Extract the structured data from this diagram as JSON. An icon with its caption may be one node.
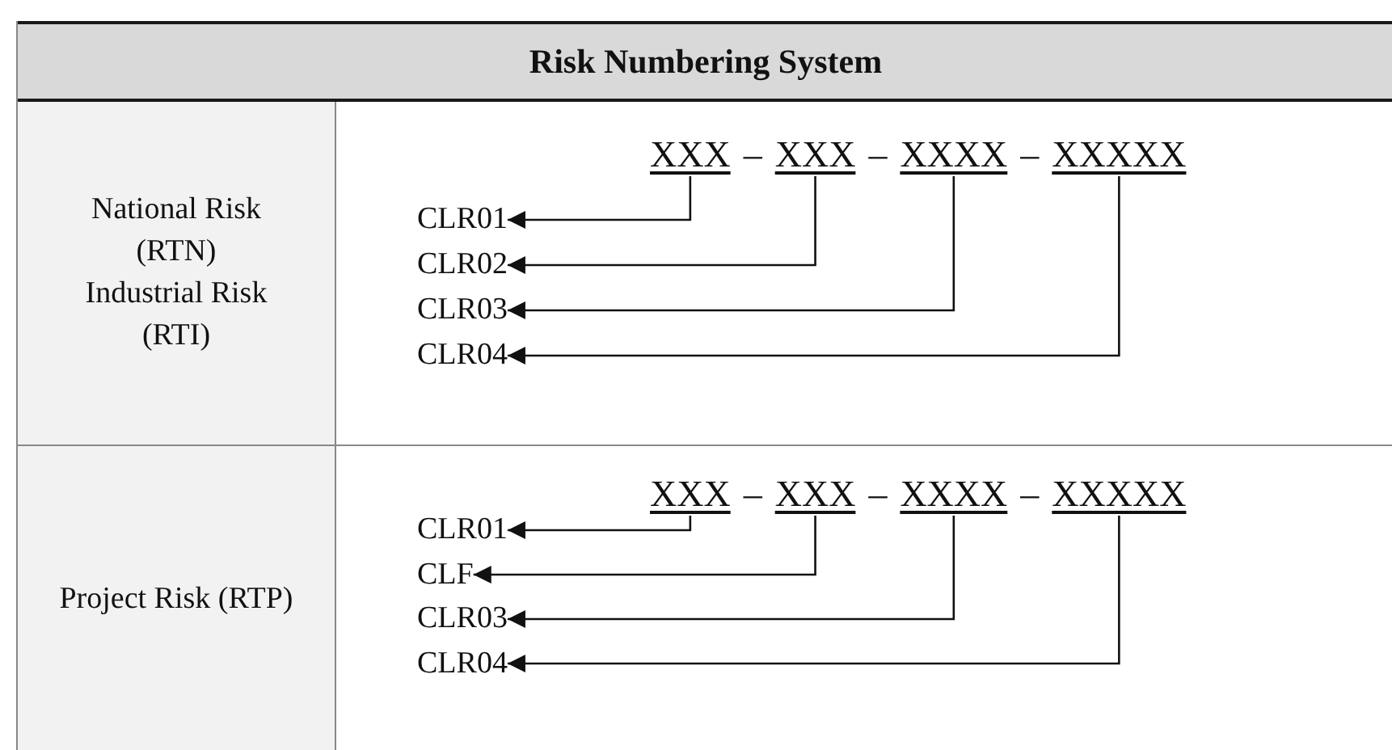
{
  "diagram": {
    "title": "Risk Numbering System",
    "nodes": [
      {
        "text": [
          "XXX"
        ]
      },
      {
        "text": [
          "XXX"
        ]
      },
      {
        "text": [
          "XXXX"
        ]
      },
      {
        "text": [
          "XXXXX"
        ]
      },
      {
        "text": [
          "CLR01"
        ]
      },
      {
        "text": [
          "CLR02"
        ]
      },
      {
        "text": [
          "CLR03"
        ]
      },
      {
        "text": [
          "CLR04"
        ]
      },
      {
        "text": [
          "XXX"
        ]
      },
      {
        "text": [
          "XXX"
        ]
      },
      {
        "text": [
          "XXXX"
        ]
      },
      {
        "text": [
          "XXXXX"
        ]
      },
      {
        "text": [
          "CLR01"
        ]
      },
      {
        "text": [
          "CLF"
        ]
      },
      {
        "text": [
          "CLR03"
        ]
      },
      {
        "text": [
          "CLR04"
        ]
      }
    ],
    "edges": [
      {
        "from": 0,
        "to": 4,
        "arrow": "to"
      },
      {
        "from": 1,
        "to": 5,
        "arrow": "to"
      },
      {
        "from": 2,
        "to": 6,
        "arrow": "to"
      },
      {
        "from": 3,
        "to": 7,
        "arrow": "to"
      },
      {
        "from": 8,
        "to": 12,
        "arrow": "to"
      },
      {
        "from": 9,
        "to": 13,
        "arrow": "to"
      },
      {
        "from": 10,
        "to": 14,
        "arrow": "to"
      },
      {
        "from": 11,
        "to": 15,
        "arrow": "to"
      }
    ],
    "labels": [
      "National Risk (RTN)",
      "Industrial Risk (RTI)",
      "–",
      "–",
      "–",
      "Project Risk (RTP)",
      "–",
      "–",
      "–"
    ]
  }
}
